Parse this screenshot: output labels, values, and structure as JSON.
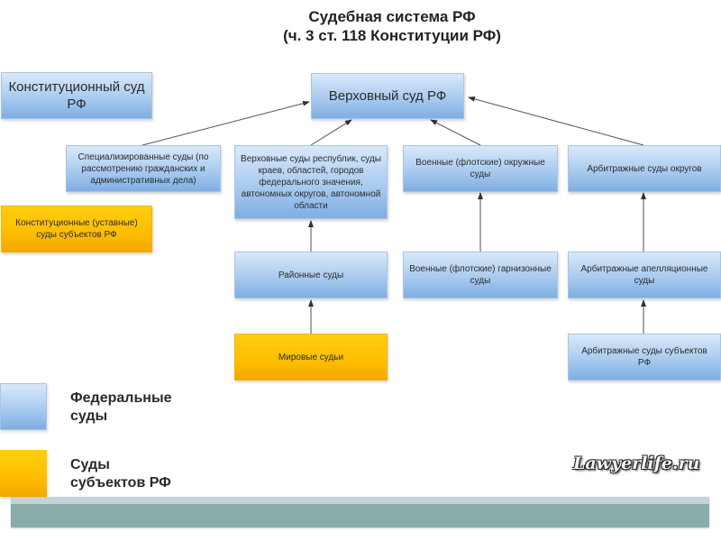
{
  "title": {
    "line1": "Судебная система РФ",
    "line2": "(ч. 3 ст. 118 Конституции РФ)"
  },
  "nodes": {
    "constitutional_court": "Конституционный суд РФ",
    "supreme_court": "Верховный суд РФ",
    "specialized_courts": "Специализированные суды (по рассмотрению гражданских и административных дела)",
    "regional_supreme_courts": "Верховные суды республик, суды краев, областей, городов федерального значения, автономных округов, автономной области",
    "military_district_courts": "Военные (флотские) окружные суды",
    "arbitration_district_courts": "Арбитражные суды округов",
    "constitutional_subject_courts": "Конституционные (уставные) суды субъектов РФ",
    "district_courts": "Районные суды",
    "military_garrison_courts": "Военные (флотские) гарнизонные суды",
    "arbitration_appeal_courts": "Арбитражные апелляционные суды",
    "magistrates": "Мировые судьи",
    "arbitration_subject_courts": "Арбитражные суды субъектов РФ"
  },
  "legend": {
    "federal_line1": "Федеральные",
    "federal_line2": "суды",
    "subject_line1": "Суды",
    "subject_line2": "субъектов РФ"
  },
  "colors": {
    "federal": "#a9cbef",
    "subject": "#ffbd00",
    "footer": "#8aacab"
  },
  "watermark": "Lawyerlife.ru"
}
